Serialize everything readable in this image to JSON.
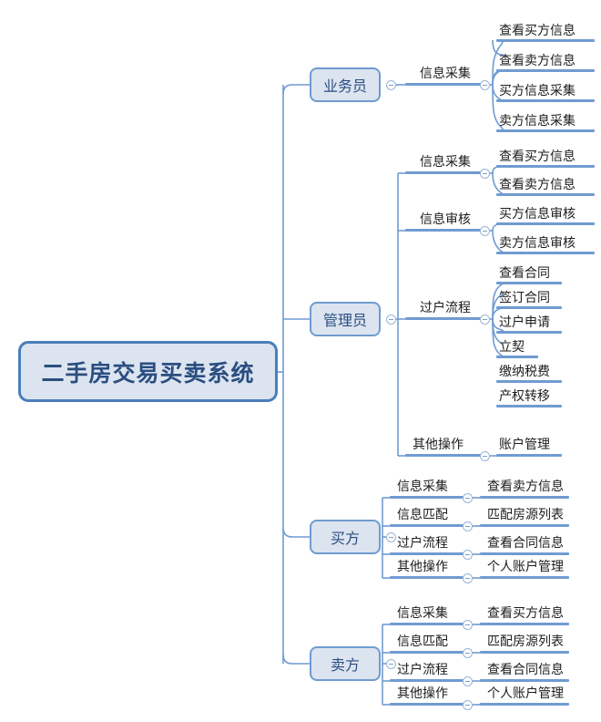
{
  "diagram": {
    "type": "mind-map",
    "title": "二手房交易买卖系统",
    "accent_color": "#6f9bd1",
    "node_fill": "#dce4f0",
    "node_border": "#4a7ebb",
    "text_color": "#2a4e80",
    "root": {
      "label": "二手房交易买卖系统",
      "branches": [
        {
          "label": "业务员",
          "topics": [
            {
              "label": "信息采集",
              "leaves": [
                "查看买方信息",
                "查看卖方信息",
                "买方信息采集",
                "卖方信息采集"
              ]
            }
          ]
        },
        {
          "label": "管理员",
          "topics": [
            {
              "label": "信息采集",
              "leaves": [
                "查看买方信息",
                "查看卖方信息"
              ]
            },
            {
              "label": "信息审核",
              "leaves": [
                "买方信息审核",
                "卖方信息审核"
              ]
            },
            {
              "label": "过户流程",
              "leaves": [
                "查看合同",
                "签订合同",
                "过户申请",
                "立契",
                "缴纳税费",
                "产权转移"
              ]
            },
            {
              "label": "其他操作",
              "leaves": [
                "账户管理"
              ]
            }
          ]
        },
        {
          "label": "买方",
          "topics": [
            {
              "label": "信息采集",
              "leaves": [
                "查看卖方信息"
              ]
            },
            {
              "label": "信息匹配",
              "leaves": [
                "匹配房源列表"
              ]
            },
            {
              "label": "过户流程",
              "leaves": [
                "查看合同信息"
              ]
            },
            {
              "label": "其他操作",
              "leaves": [
                "个人账户管理"
              ]
            }
          ]
        },
        {
          "label": "卖方",
          "topics": [
            {
              "label": "信息采集",
              "leaves": [
                "查看买方信息"
              ]
            },
            {
              "label": "信息匹配",
              "leaves": [
                "匹配房源列表"
              ]
            },
            {
              "label": "过户流程",
              "leaves": [
                "查看合同信息"
              ]
            },
            {
              "label": "其他操作",
              "leaves": [
                "个人账户管理"
              ]
            }
          ]
        }
      ]
    },
    "icons": {
      "collapse": "collapse-toggle-icon"
    }
  }
}
